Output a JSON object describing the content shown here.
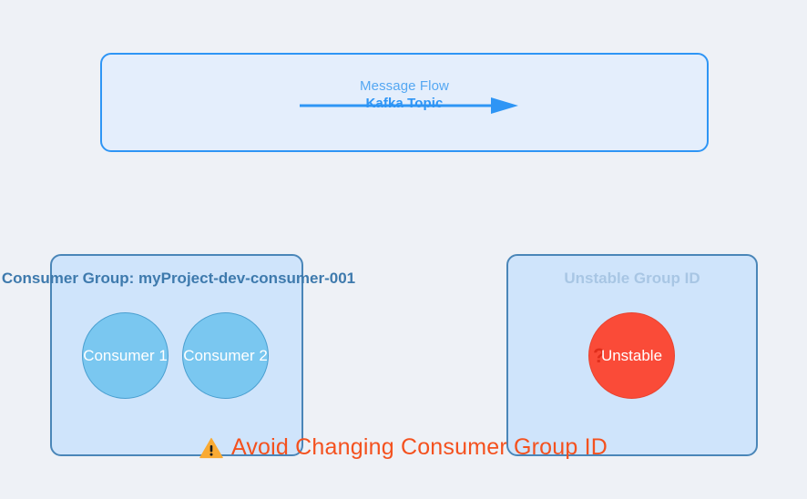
{
  "background_color": "#eef1f6",
  "topic_panel": {
    "name": "Kafka Topic panel",
    "flow_label": "Message Flow",
    "topic_label": "Kafka Topic",
    "border_color": "#2e95f5",
    "fill_color": "#e4eefc",
    "arrow_color": "#2e95f5"
  },
  "groups": [
    {
      "id": "consumer-group",
      "title": "Consumer Group: myProject-dev-consumer-001",
      "title_color": "#3e7aad",
      "fill_color": "#cfe4fb",
      "border_color": "#4a86b8",
      "nodes": [
        {
          "id": "consumer-1",
          "label": "Consumer 1",
          "color": "#7ac7f0"
        },
        {
          "id": "consumer-2",
          "label": "Consumer 2",
          "color": "#7ac7f0"
        }
      ]
    },
    {
      "id": "unstable-group",
      "title": "Unstable Group ID",
      "title_color": "#a8c6e4",
      "fill_color": "#cfe4fb",
      "border_color": "#4a86b8",
      "nodes": [
        {
          "id": "unstable",
          "label": "Unstable",
          "mark": "?",
          "color": "#fa4b38"
        }
      ]
    }
  ],
  "warning": {
    "icon": "warning-triangle-icon",
    "text": "Avoid Changing Consumer Group ID",
    "color": "#f4511e"
  }
}
